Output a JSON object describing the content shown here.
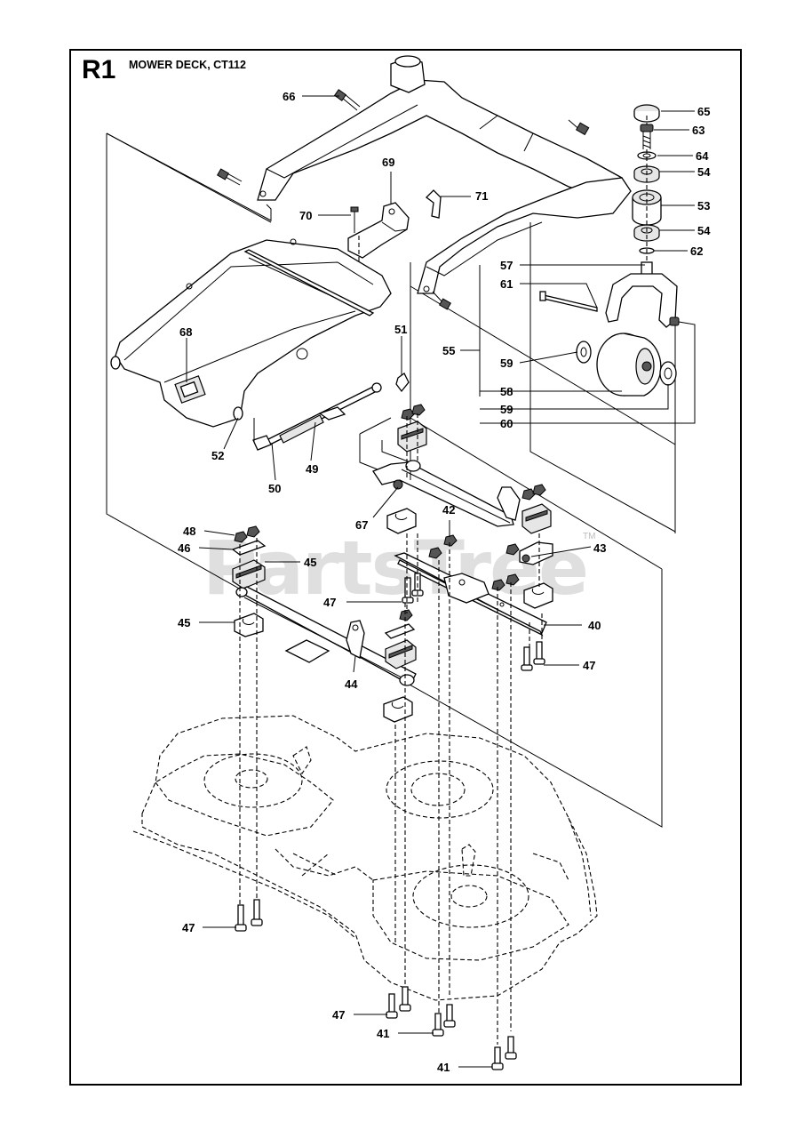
{
  "page": {
    "code": "R1",
    "title": "MOWER DECK, CT112",
    "watermark": "PartsTree",
    "watermark_tm": "TM"
  },
  "callouts": [
    "66",
    "65",
    "63",
    "64",
    "54",
    "69",
    "71",
    "70",
    "53",
    "54",
    "62",
    "57",
    "61",
    "55",
    "68",
    "51",
    "59",
    "58",
    "59",
    "60",
    "52",
    "49",
    "50",
    "67",
    "42",
    "43",
    "48",
    "46",
    "45",
    "47",
    "45",
    "40",
    "47",
    "44",
    "47",
    "47",
    "41",
    "41"
  ]
}
